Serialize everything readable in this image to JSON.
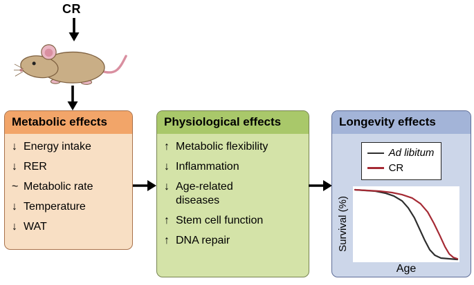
{
  "top": {
    "cr_label": "CR"
  },
  "boxes": {
    "metabolic": {
      "title": "Metabolic effects",
      "items": [
        {
          "symbol": "↓",
          "text": "Energy intake"
        },
        {
          "symbol": "↓",
          "text": "RER"
        },
        {
          "symbol": "~",
          "text": "Metabolic rate"
        },
        {
          "symbol": "↓",
          "text": "Temperature"
        },
        {
          "symbol": "↓",
          "text": "WAT"
        }
      ]
    },
    "physiological": {
      "title": "Physiological effects",
      "items": [
        {
          "symbol": "↑",
          "text": "Metabolic flexibility"
        },
        {
          "symbol": "↓",
          "text": "Inflammation"
        },
        {
          "symbol": "↓",
          "text": "Age-related diseases"
        },
        {
          "symbol": "↑",
          "text": "Stem cell function"
        },
        {
          "symbol": "↑",
          "text": "DNA repair"
        }
      ]
    },
    "longevity": {
      "title": "Longevity effects"
    }
  },
  "colors": {
    "metabolic_header": "#f2a569",
    "metabolic_body": "#f8dfc4",
    "metabolic_border": "#a8714a",
    "physiological_header": "#a9c86a",
    "physiological_body": "#d4e3a8",
    "physiological_border": "#75834f",
    "longevity_header": "#a3b4d8",
    "longevity_body": "#ccd6e9",
    "longevity_border": "#5c6b96",
    "arrow": "#000000",
    "ad_libitum_line": "#2d2d2d",
    "cr_line": "#a52a34"
  },
  "chart_data": {
    "type": "line",
    "title": "",
    "xlabel": "Age",
    "ylabel": "Survival (%)",
    "x_range": [
      0,
      100
    ],
    "y_range": [
      0,
      100
    ],
    "grid": false,
    "legend_position": "top",
    "series": [
      {
        "name": "Ad libitum",
        "color": "#2d2d2d",
        "x": [
          0,
          10,
          20,
          30,
          38,
          46,
          52,
          58,
          63,
          68,
          73,
          78,
          84,
          100
        ],
        "y": [
          100,
          99,
          98,
          95,
          91,
          84,
          74,
          60,
          44,
          28,
          14,
          6,
          2,
          0
        ]
      },
      {
        "name": "CR",
        "color": "#a52a34",
        "x": [
          0,
          12,
          24,
          36,
          46,
          56,
          64,
          71,
          77,
          83,
          88,
          92,
          96,
          100
        ],
        "y": [
          100,
          99,
          98,
          96,
          93,
          88,
          80,
          68,
          52,
          34,
          18,
          8,
          3,
          1
        ]
      }
    ]
  }
}
